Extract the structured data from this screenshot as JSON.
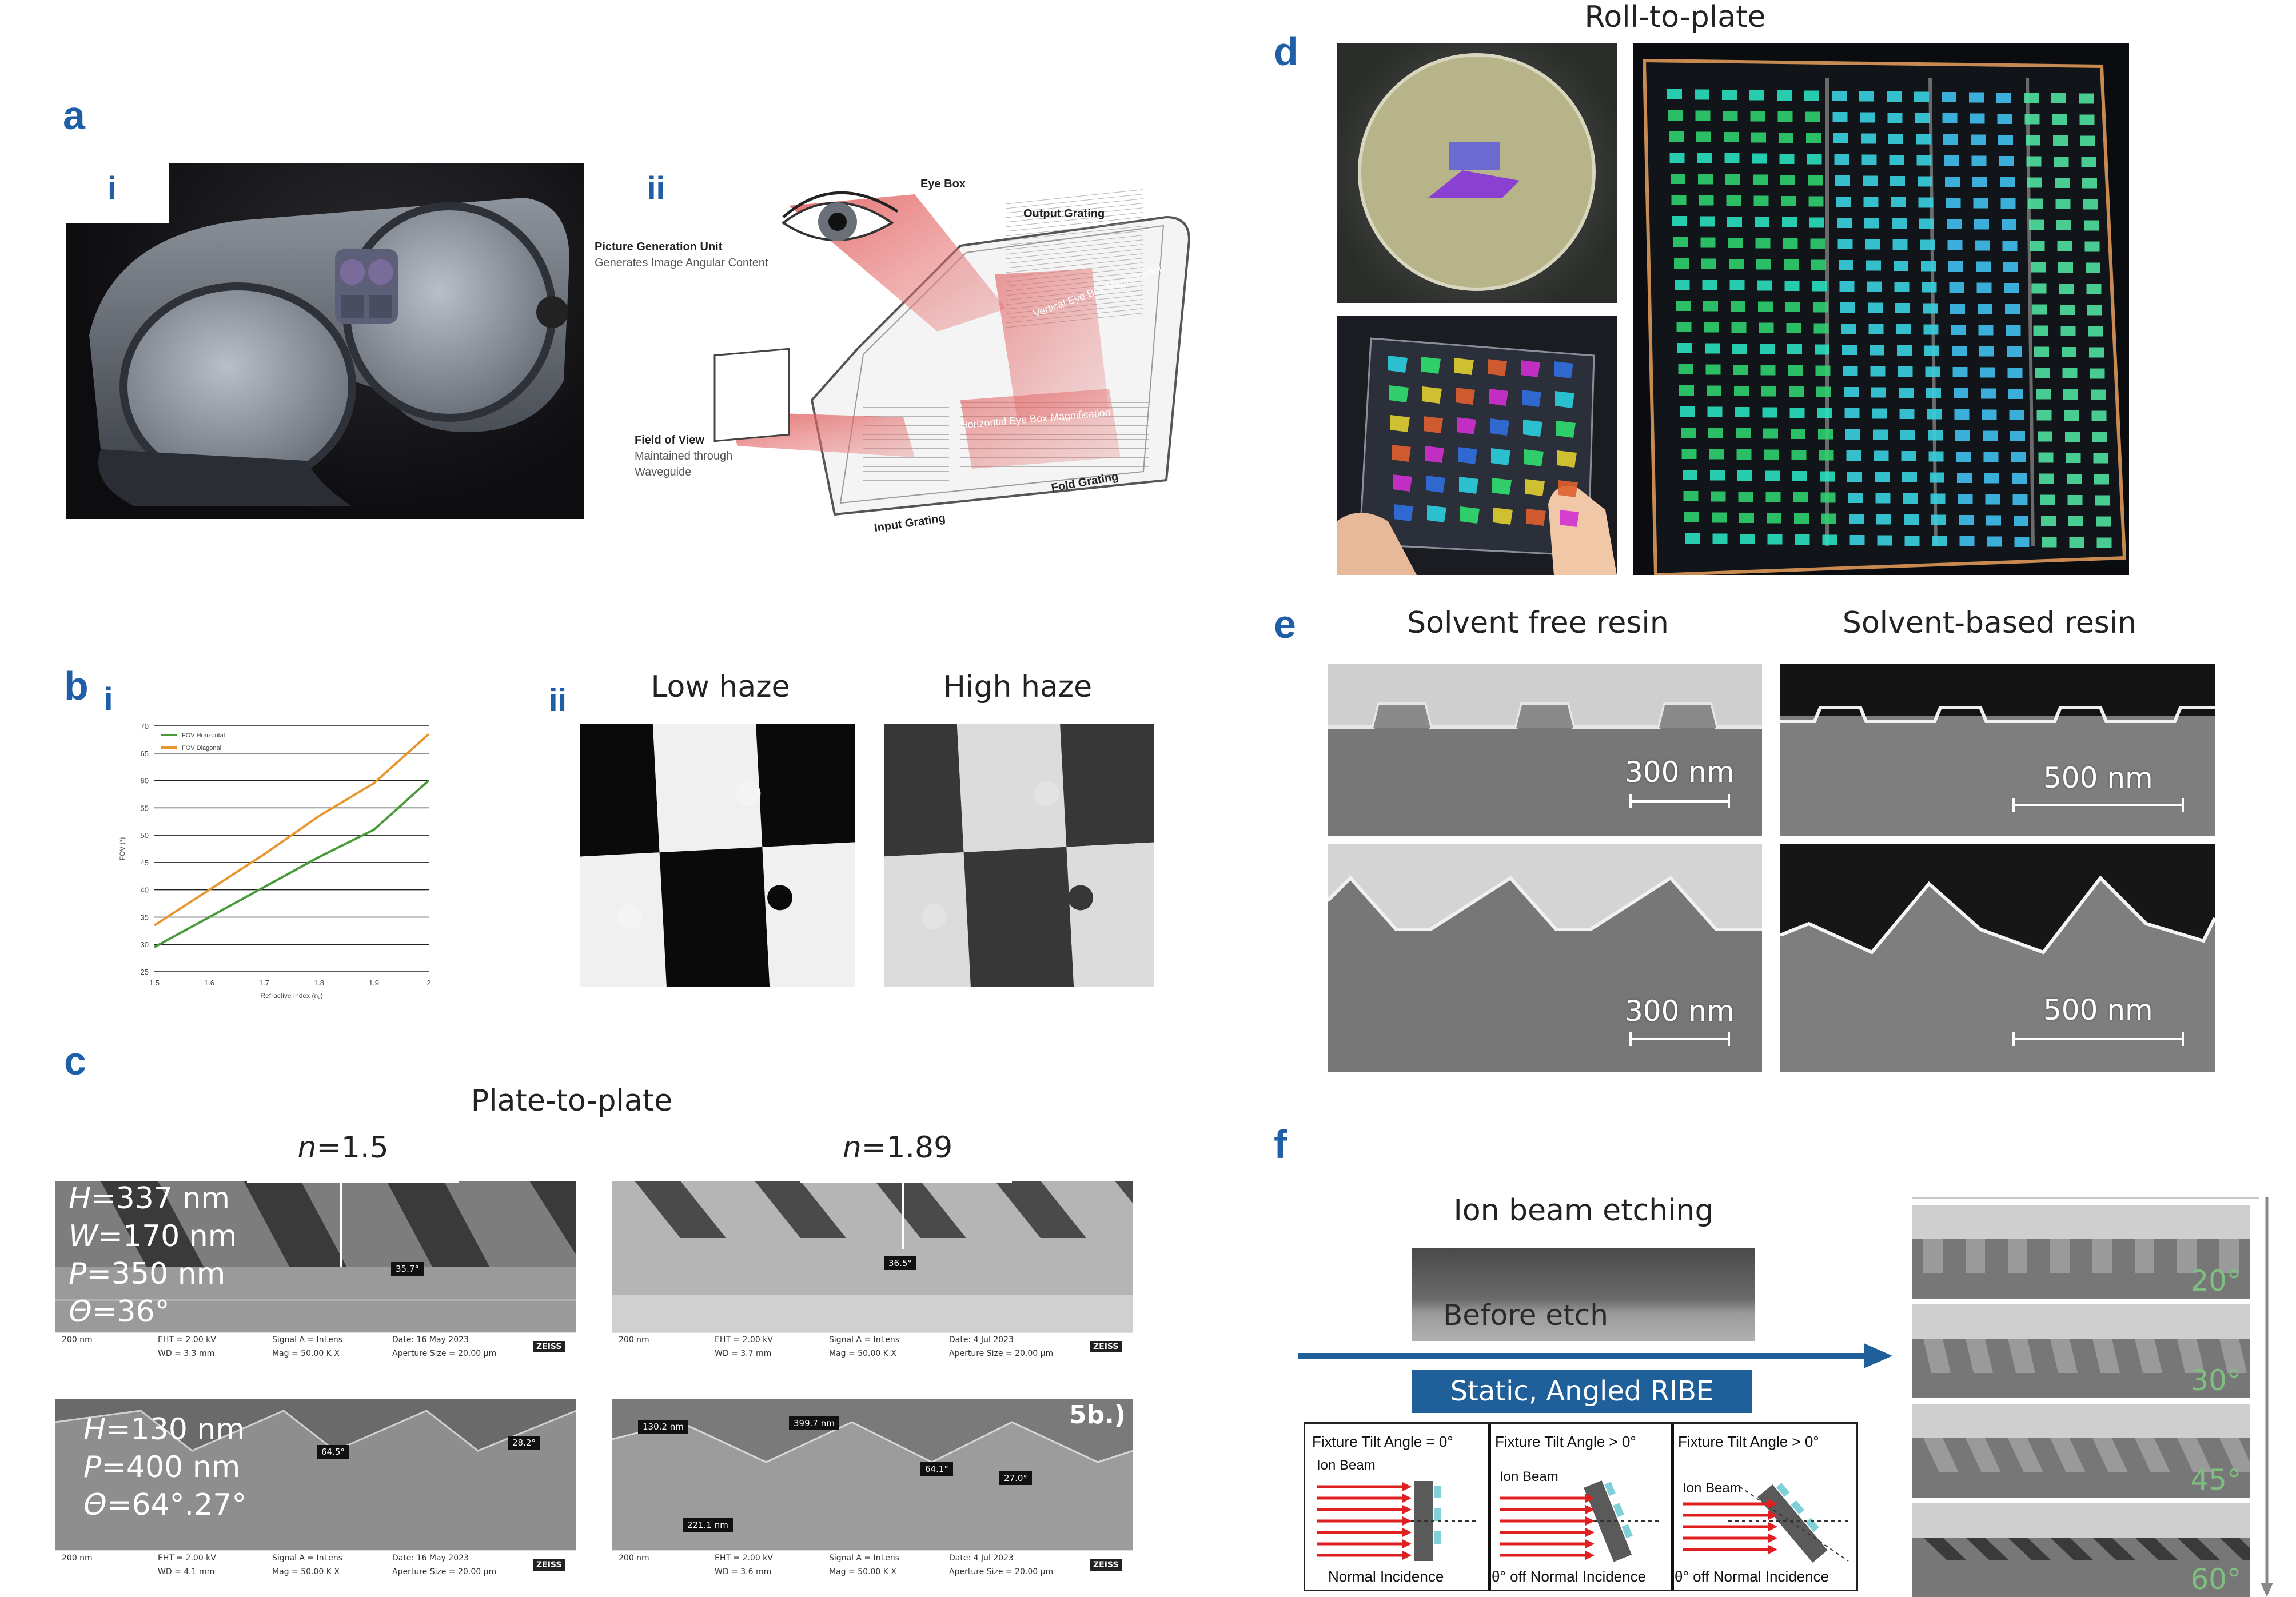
{
  "labels": {
    "a": "a",
    "a_i": "i",
    "a_ii": "ii",
    "b": "b",
    "b_i": "i",
    "b_ii": "ii",
    "c": "c",
    "d": "d",
    "e": "e",
    "f": "f"
  },
  "panel_a": {
    "waveguide": {
      "eye_box": "Eye Box",
      "output_grating": "Output Grating",
      "pgu_title": "Picture Generation Unit",
      "pgu_sub": "Generates Image Angular Content",
      "vertical": "Vertical Eye Box Magnification",
      "horizontal": "Horizontal Eye Box Magnification",
      "fov_title": "Field of View",
      "fov_sub1": "Maintained through",
      "fov_sub2": "Waveguide",
      "input_grating": "Input Grating",
      "fold_grating": "Fold Grating"
    }
  },
  "panel_b": {
    "low_haze": "Low haze",
    "high_haze": "High haze"
  },
  "chart_data": {
    "type": "line",
    "xlabel": "Refractive Index (nₑ)",
    "ylabel": "FOV (°)",
    "x": [
      1.5,
      1.6,
      1.7,
      1.8,
      1.9,
      2.0
    ],
    "xlim": [
      1.5,
      2.0
    ],
    "ylim": [
      25,
      70
    ],
    "xticks": [
      "1.5",
      "1.6",
      "1.7",
      "1.8",
      "1.9",
      "2"
    ],
    "yticks": [
      "25",
      "30",
      "35",
      "40",
      "45",
      "50",
      "55",
      "60",
      "65",
      "70"
    ],
    "grid": true,
    "legend_position": "top-left",
    "series": [
      {
        "name": "FOV Horizontal",
        "color": "#4a9a3c",
        "values": [
          29.5,
          35,
          40.5,
          46,
          51,
          60
        ]
      },
      {
        "name": "FOV Diagonal",
        "color": "#e8962e",
        "values": [
          33.5,
          40,
          46.5,
          53.5,
          59.5,
          68.5
        ]
      }
    ]
  },
  "panel_c": {
    "title": "Plate-to-plate",
    "n1": "=1.5",
    "n2": "=1.89",
    "n_symbol": "n",
    "top_left_params": {
      "h": "=337 nm",
      "w": "=170 nm",
      "p": "=350 nm",
      "theta": "=36°"
    },
    "bottom_left_params": {
      "h": "=130 nm",
      "p": "=400 nm",
      "theta": "=64°.27°"
    },
    "sym": {
      "h": "H",
      "w": "W",
      "p": "P",
      "theta": "Θ"
    },
    "tags": {
      "t1": "35.7°",
      "t2": "36.5°",
      "t3": "64.5°",
      "t4": "28.2°",
      "t5": "130.2 nm",
      "t6": "399.7 nm",
      "t7": "64.1°",
      "t8": "27.0°",
      "t9": "221.1 nm"
    },
    "corner_tags": {
      "b4": "5b.)"
    },
    "infobars": {
      "tl": {
        "scale": "200 nm",
        "eht": "EHT = 2.00 kV",
        "wd": "WD = 3.3 mm",
        "signal": "Signal A = InLens",
        "mag": "Mag = 50.00 K X",
        "date": "Date: 16 May 2023",
        "ap": "Aperture Size = 20.00 µm",
        "brand": "ZEISS"
      },
      "tr": {
        "scale": "200 nm",
        "eht": "EHT = 2.00 kV",
        "wd": "WD = 3.7 mm",
        "signal": "Signal A = InLens",
        "mag": "Mag = 50.00 K X",
        "date": "Date: 4 Jul 2023",
        "ap": "Aperture Size = 20.00 µm",
        "brand": "ZEISS"
      },
      "bl": {
        "scale": "200 nm",
        "eht": "EHT = 2.00 kV",
        "wd": "WD = 4.1 mm",
        "signal": "Signal A = InLens",
        "mag": "Mag = 50.00 K X",
        "date": "Date: 16 May 2023",
        "ap": "Aperture Size = 20.00 µm",
        "brand": "ZEISS"
      },
      "br": {
        "scale": "200 nm",
        "eht": "EHT = 2.00 kV",
        "wd": "WD = 3.6 mm",
        "signal": "Signal A = InLens",
        "mag": "Mag = 50.00 K X",
        "date": "Date: 4 Jul 2023",
        "ap": "Aperture Size = 20.00 µm",
        "brand": "ZEISS"
      }
    }
  },
  "panel_d": {
    "title": "Roll-to-plate"
  },
  "panel_e": {
    "col1": "Solvent free resin",
    "col2": "Solvent-based resin",
    "scale_300": "300 nm",
    "scale_500": "500 nm"
  },
  "panel_f": {
    "ion_title": "Ion beam etching",
    "before": "Before etch",
    "ribe": "Static, Angled RIBE",
    "fixture0": "Fixture Tilt Angle = 0°",
    "fixture1": "Fixture Tilt Angle > 0°",
    "fixture2": "Fixture Tilt Angle > 0°",
    "ion_beam": "Ion Beam",
    "normal": "Normal Incidence",
    "off": "θ° off Normal Incidence",
    "angles": [
      "20°",
      "30°",
      "45°",
      "60°"
    ]
  },
  "colors": {
    "label_blue": "#1f5fa8",
    "arrow_blue": "#1f5f9a",
    "ribe_box": "#1f5f9a"
  }
}
